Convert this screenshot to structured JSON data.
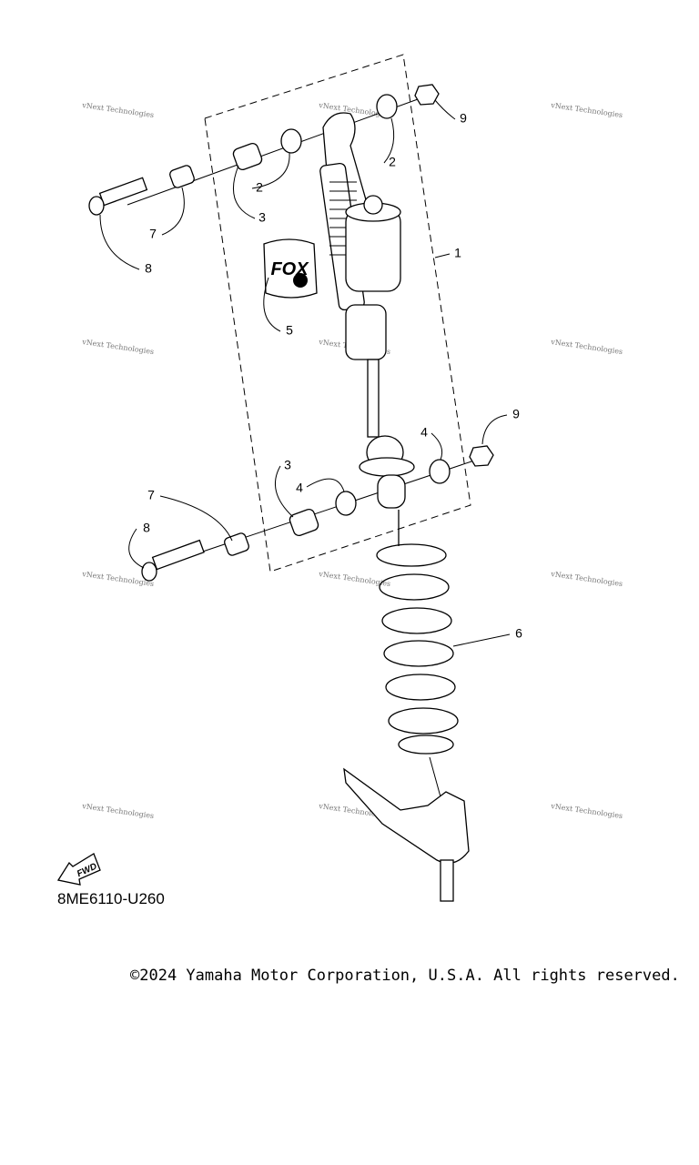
{
  "diagram": {
    "callouts": [
      {
        "label": "9"
      },
      {
        "label": "2"
      },
      {
        "label": "2"
      },
      {
        "label": "3"
      },
      {
        "label": "7"
      },
      {
        "label": "8"
      },
      {
        "label": "1"
      },
      {
        "label": "5"
      },
      {
        "label": "9"
      },
      {
        "label": "4"
      },
      {
        "label": "3"
      },
      {
        "label": "4"
      },
      {
        "label": "7"
      },
      {
        "label": "8"
      },
      {
        "label": "6"
      }
    ],
    "watermark": "vNext Technologies",
    "fwd_label": "FWD",
    "decal_text": "FOX",
    "diagram_code": "8ME6110-U260"
  },
  "footer": {
    "copyright": "©2024 Yamaha Motor Corporation, U.S.A. All rights reserved."
  }
}
